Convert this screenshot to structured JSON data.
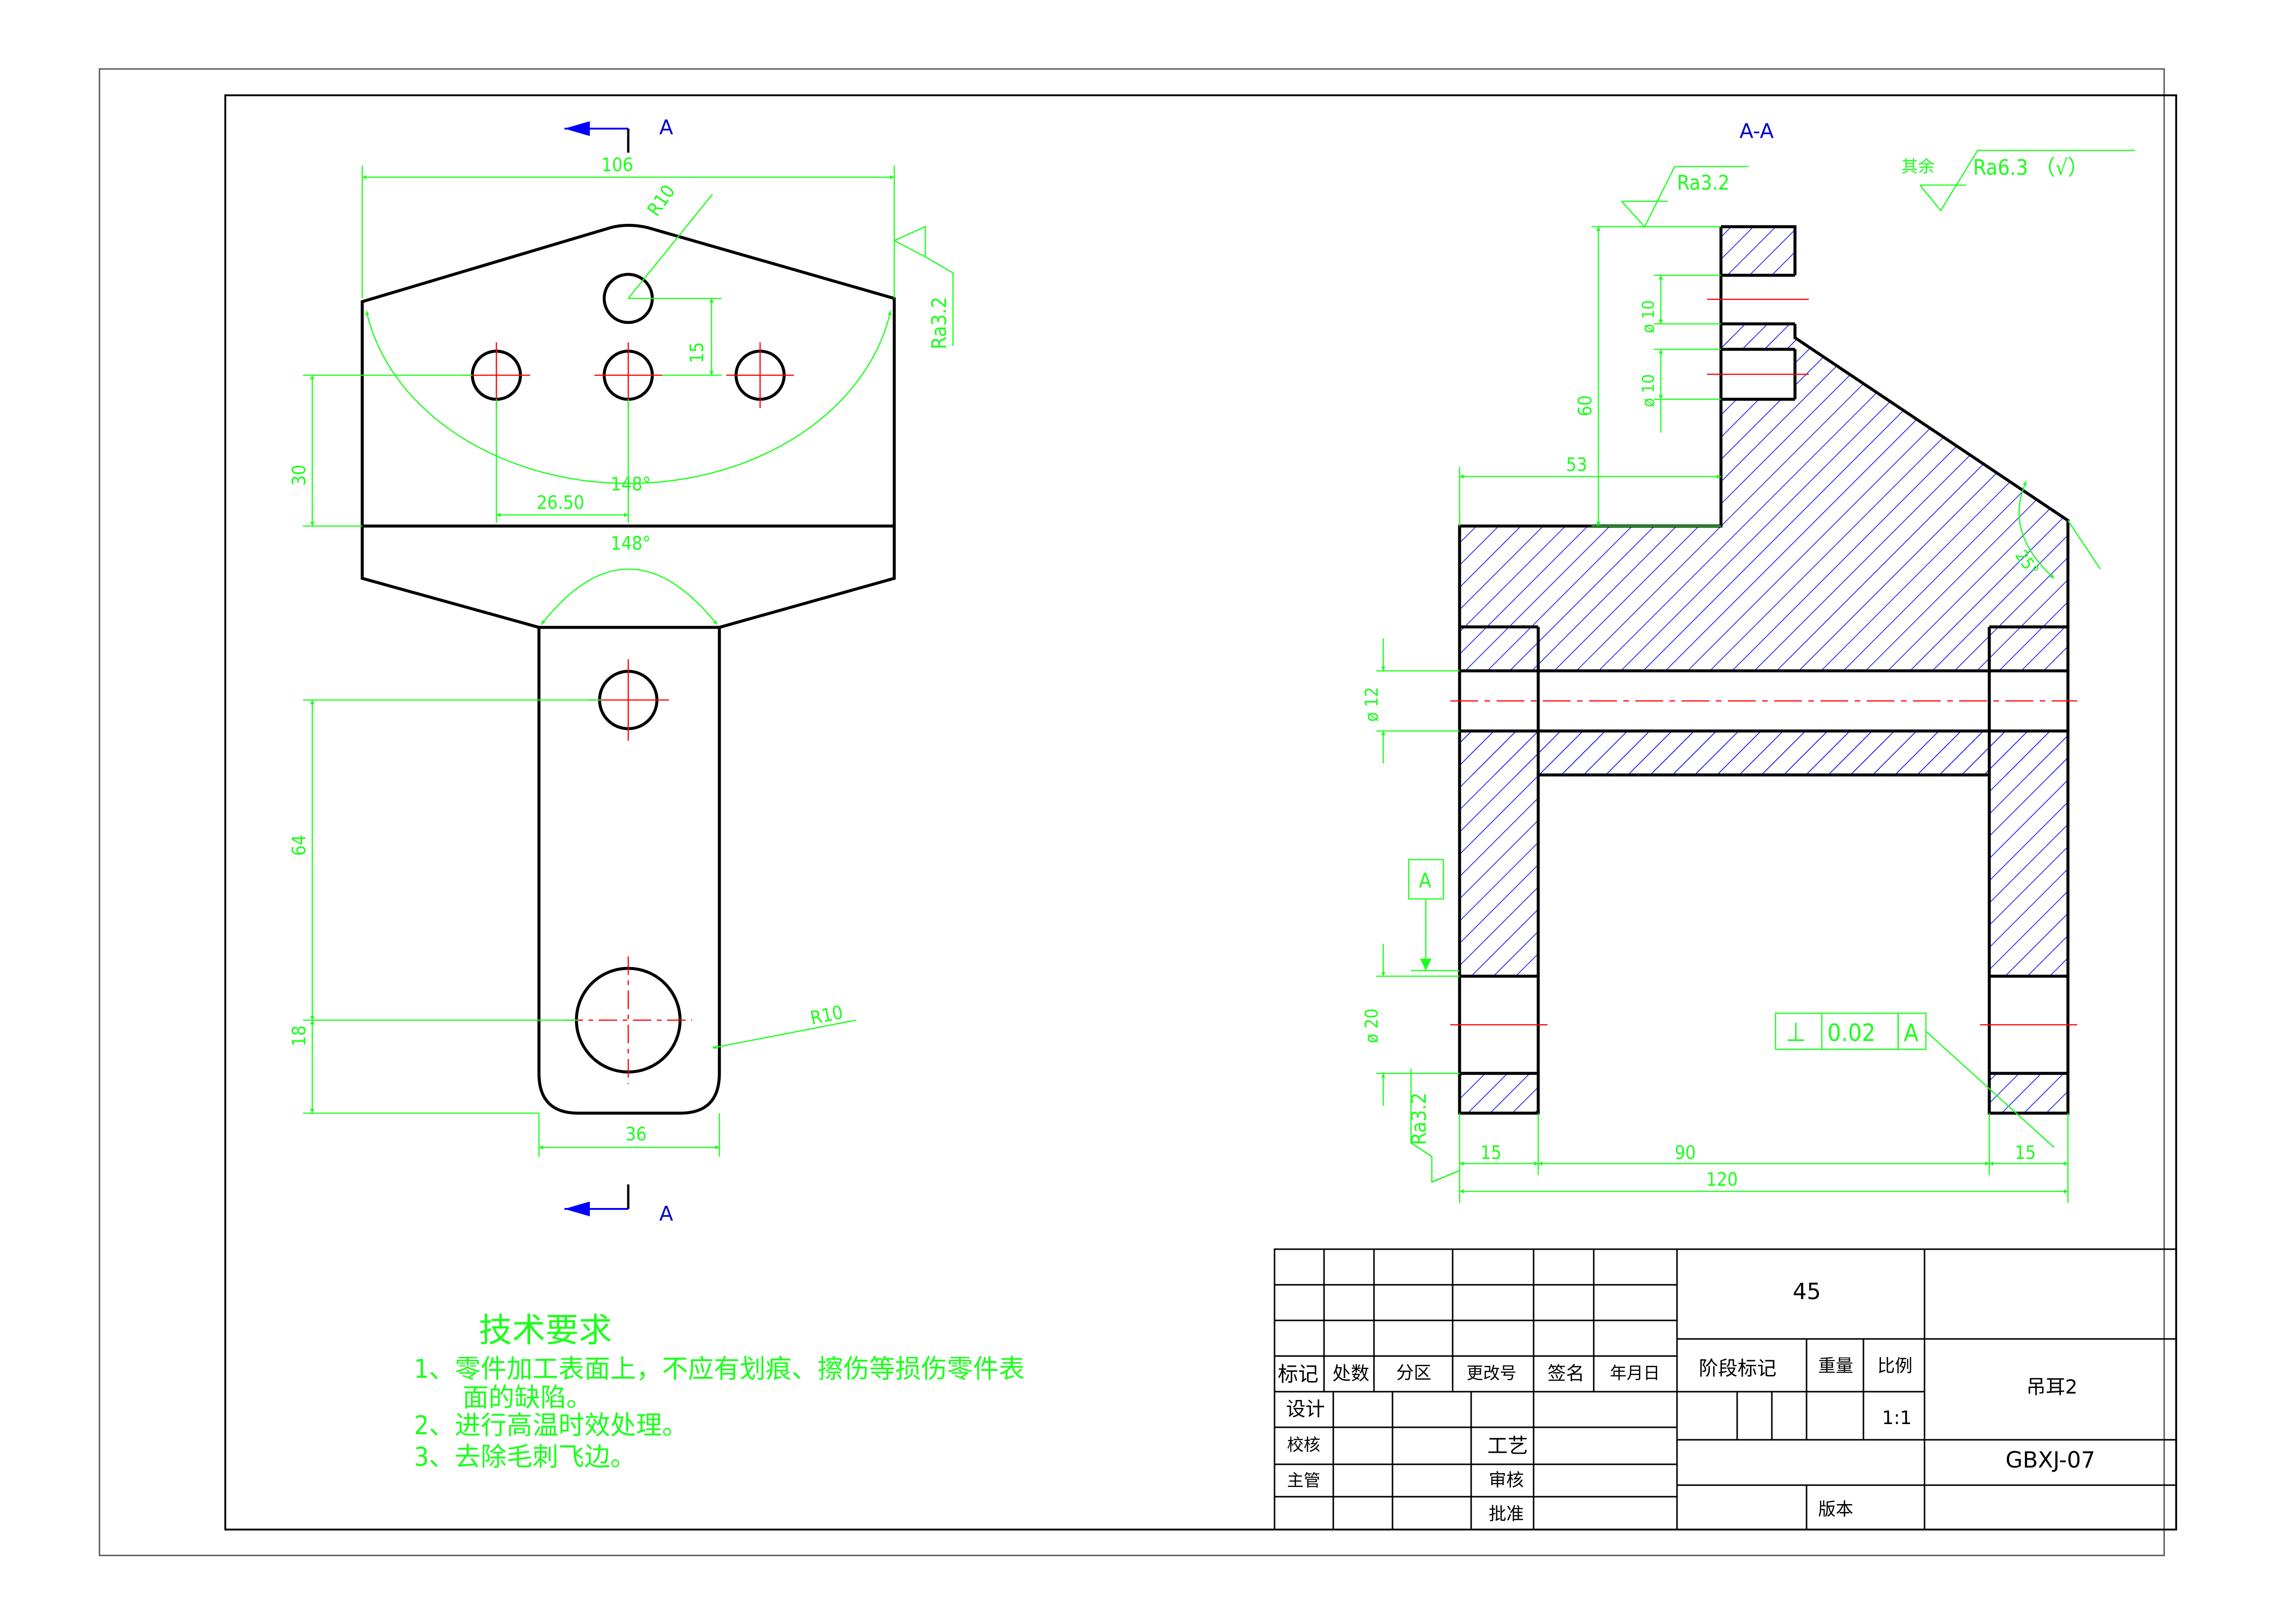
{
  "section_labels": {
    "arrow_top": "A",
    "arrow_bottom": "A",
    "section_title": "A-A"
  },
  "front_view_dims": {
    "width_top": "106",
    "radius_top": "R10",
    "hole_spacing_v": "15",
    "height_30": "30",
    "offset_2650": "26.50",
    "angle_upper": "148°",
    "angle_lower": "148°",
    "height_64": "64",
    "height_18": "18",
    "radius_bottom": "R10",
    "width_36": "36",
    "roughness_side": "Ra3.2"
  },
  "section_view_dims": {
    "roughness_top": "Ra3.2",
    "general_roughness_label": "其余",
    "general_roughness": "Ra6.3 （√）",
    "dia10_a": "ø 10",
    "dia10_b": "ø 10",
    "height_60": "60",
    "width_53": "53",
    "angle_25": "25°",
    "dia12": "ø 12",
    "datum": "A",
    "dia20": "ø 20",
    "roughness_left": "Ra3.2",
    "gt_symbol": "⊥",
    "gt_value": "0.02",
    "gt_datum": "A",
    "w15_left": "15",
    "w90": "90",
    "w15_right": "15",
    "w120": "120"
  },
  "tech_requirements": {
    "title": "技术要求",
    "line1": "1、零件加工表面上，不应有划痕、擦伤等损伤零件表",
    "line1b": "面的缺陷。",
    "line2": "2、进行高温时效处理。",
    "line3": "3、去除毛刺飞边。"
  },
  "title_block": {
    "col_biaoji": "标记",
    "col_chushu": "处数",
    "col_fenqu": "分区",
    "col_gengaihao": "更改号",
    "col_qianming": "签名",
    "col_nianyueri": "年月日",
    "row_sheji": "设计",
    "row_jiaohe": "校核",
    "row_zhuguan": "主管",
    "gongyi": "工艺",
    "shenhe": "审核",
    "pizhun": "批准",
    "material": "45",
    "jieduan": "阶段标记",
    "zhongliang": "重量",
    "bili": "比例",
    "scale": "1:1",
    "part_name": "吊耳2",
    "drawing_no": "GBXJ-07",
    "banben": "版本"
  }
}
